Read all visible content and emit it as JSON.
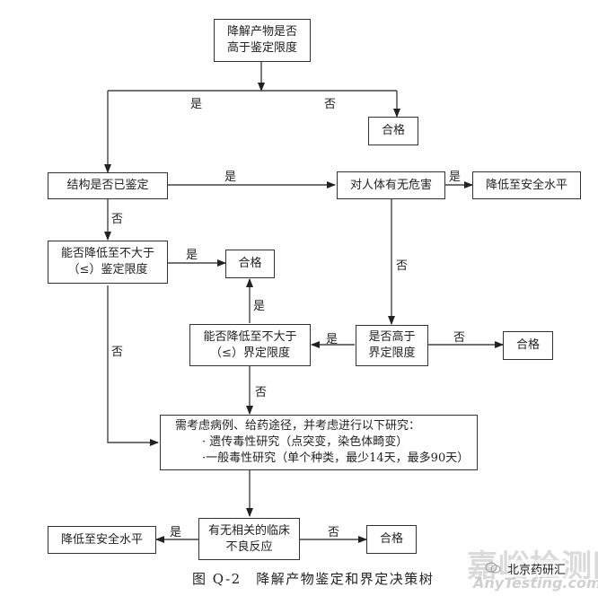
{
  "diagram": {
    "caption": "图 Q-2　降解产物鉴定和界定决策树",
    "nodes": {
      "start": [
        "降解产物是否",
        "高于鉴定限度"
      ],
      "pass_1": [
        "合格"
      ],
      "identified": [
        "结构是否已鉴定"
      ],
      "human_hazard": [
        "对人体有无危害"
      ],
      "reduce_safe_1": [
        "降低至安全水平"
      ],
      "reduce_to_id": [
        "能否降低至不大于",
        "（≤）鉴定限度"
      ],
      "pass_2": [
        "合格"
      ],
      "above_qual": [
        "是否高于",
        "界定限度"
      ],
      "pass_3": [
        "合格"
      ],
      "reduce_to_qual": [
        "能否降低至不大于",
        "（≤）界定限度"
      ],
      "studies": {
        "heading": "需考虑病例、给药途径，并考虑进行以下研究：",
        "bullets": [
          "· 遗传毒性研究（点突变，染色体畸变）",
          "·一般毒性研究（单个种类，最少14天，最多90天）"
        ]
      },
      "clinical_ae": [
        "有无相关的临床",
        "不良反应"
      ],
      "reduce_safe_2": [
        "降低至安全水平"
      ],
      "pass_4": [
        "合格"
      ]
    },
    "edge_labels": {
      "start_yes": "是",
      "start_no": "否",
      "identified_yes": "是",
      "identified_no": "否",
      "hazard_yes": "是",
      "hazard_no": "否",
      "reduce_id_yes": "是",
      "reduce_id_no": "否",
      "above_qual_yes": "是",
      "above_qual_no": "否",
      "reduce_qual_yes": "是",
      "reduce_qual_no": "否",
      "clinical_yes": "是",
      "clinical_no": "否"
    }
  },
  "watermark": {
    "site_cn": "嘉峪检测网",
    "site_en": "AnyTesting.com",
    "account": "北京药研汇"
  },
  "colors": {
    "line": "#333333",
    "text": "#222222",
    "watermark": "#969696"
  }
}
